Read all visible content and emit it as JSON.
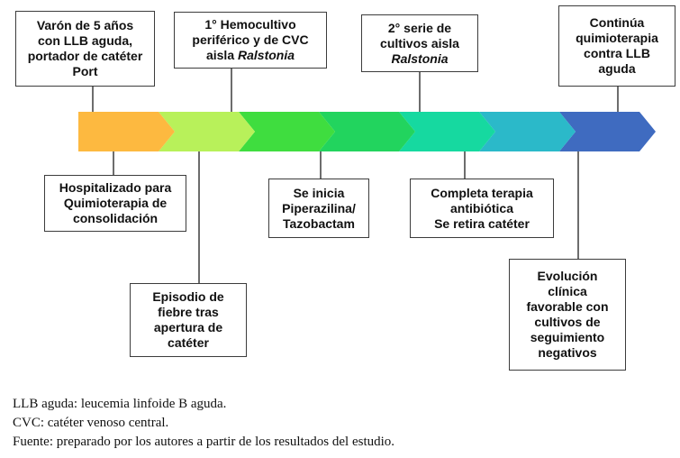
{
  "timeline": {
    "colors": [
      "#FDB940",
      "#B8F15A",
      "#3FDD3F",
      "#22D45E",
      "#16D9A0",
      "#2BB9C9",
      "#3F6BC0"
    ],
    "connector_color": "#3c3c3c"
  },
  "events": {
    "e1": {
      "line1": "Varón de 5 años",
      "line2": "con LLB aguda,",
      "line3": "portador de catéter",
      "line4": "Port"
    },
    "e2": {
      "line1": "Hospitalizado para",
      "line2": "Quimioterapia de",
      "line3": "consolidación"
    },
    "e3": {
      "line1": "Episodio de",
      "line2": "fiebre tras",
      "line3": "apertura de",
      "line4": "catéter"
    },
    "e4": {
      "line1": "1° Hemocultivo",
      "line2": "periférico y de CVC",
      "line3_prefix": "aisla ",
      "line3_italic": "Ralstonia"
    },
    "e5": {
      "line1": "Se inicia",
      "line2": "Piperazilina/",
      "line3": "Tazobactam"
    },
    "e6": {
      "line1": "2° serie de",
      "line2": "cultivos aisla",
      "line3_italic": "Ralstonia"
    },
    "e7": {
      "line1": "Completa terapia",
      "line2": "antibiótica",
      "line3": "Se retira catéter"
    },
    "e8": {
      "line1": "Evolución",
      "line2": "clínica",
      "line3": "favorable con",
      "line4": "cultivos de",
      "line5": "seguimiento",
      "line6": "negativos"
    },
    "e9": {
      "line1": "Continúa",
      "line2": "quimioterapia",
      "line3": "contra LLB",
      "line4": "aguda"
    }
  },
  "footnotes": {
    "line1": "LLB aguda: leucemia linfoide B aguda.",
    "line2": "CVC: catéter venoso central.",
    "line3": "Fuente: preparado por los autores a partir de los resultados del estudio."
  }
}
